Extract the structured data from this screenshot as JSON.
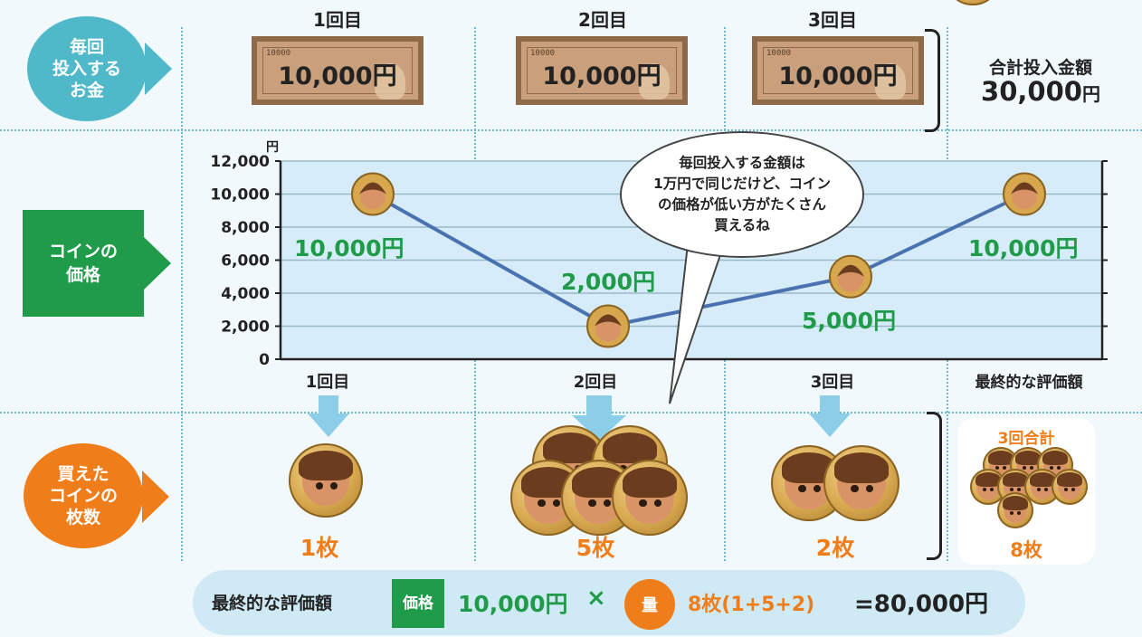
{
  "colors": {
    "teal": "#4fb9c9",
    "green": "#1f9b49",
    "orange": "#ef7d1a",
    "line": "#4a72b0",
    "chart_bg": "#d6ecf8",
    "value_green": "#1f9b49"
  },
  "rows": {
    "invest_label": "毎回\n投入する\nお金",
    "price_label": "コインの\n価格",
    "coins_label": "買えた\nコインの\n枚数"
  },
  "columns": [
    "1回目",
    "2回目",
    "3回目"
  ],
  "bills": [
    {
      "serial": "10000",
      "amount": "10,000円"
    },
    {
      "serial": "10000",
      "amount": "10,000円"
    },
    {
      "serial": "10000",
      "amount": "10,000円"
    }
  ],
  "total": {
    "label": "合計投入金額",
    "value": "30,000",
    "unit": "円"
  },
  "bubble_text": "毎回投入する金額は\n1万円で同じだけど、コイン\nの価格が低い方がたくさん\n買えるね",
  "chart_data": {
    "type": "line",
    "categories": [
      "1回目",
      "2回目",
      "3回目",
      "最終的な評価額"
    ],
    "values": [
      10000,
      2000,
      5000,
      10000
    ],
    "point_labels": [
      "10,000円",
      "2,000円",
      "5,000円",
      "10,000円"
    ],
    "ylabel": "円",
    "ylim": [
      0,
      12000
    ],
    "yticks": [
      "12,000",
      "10,000",
      "8,000",
      "6,000",
      "4,000",
      "2,000",
      "0"
    ],
    "ytick_values": [
      12000,
      10000,
      8000,
      6000,
      4000,
      2000,
      0
    ],
    "grid": true
  },
  "coin_counts": [
    "1枚",
    "5枚",
    "2枚"
  ],
  "summary_box": {
    "title": "3回合計",
    "count": "8枚"
  },
  "formula": {
    "label": "最終的な評価額",
    "price_tag": "価格",
    "price": "10,000円",
    "times": "×",
    "qty_tag": "量",
    "qty": "8枚(1+5+2)",
    "result": "=80,000円"
  }
}
